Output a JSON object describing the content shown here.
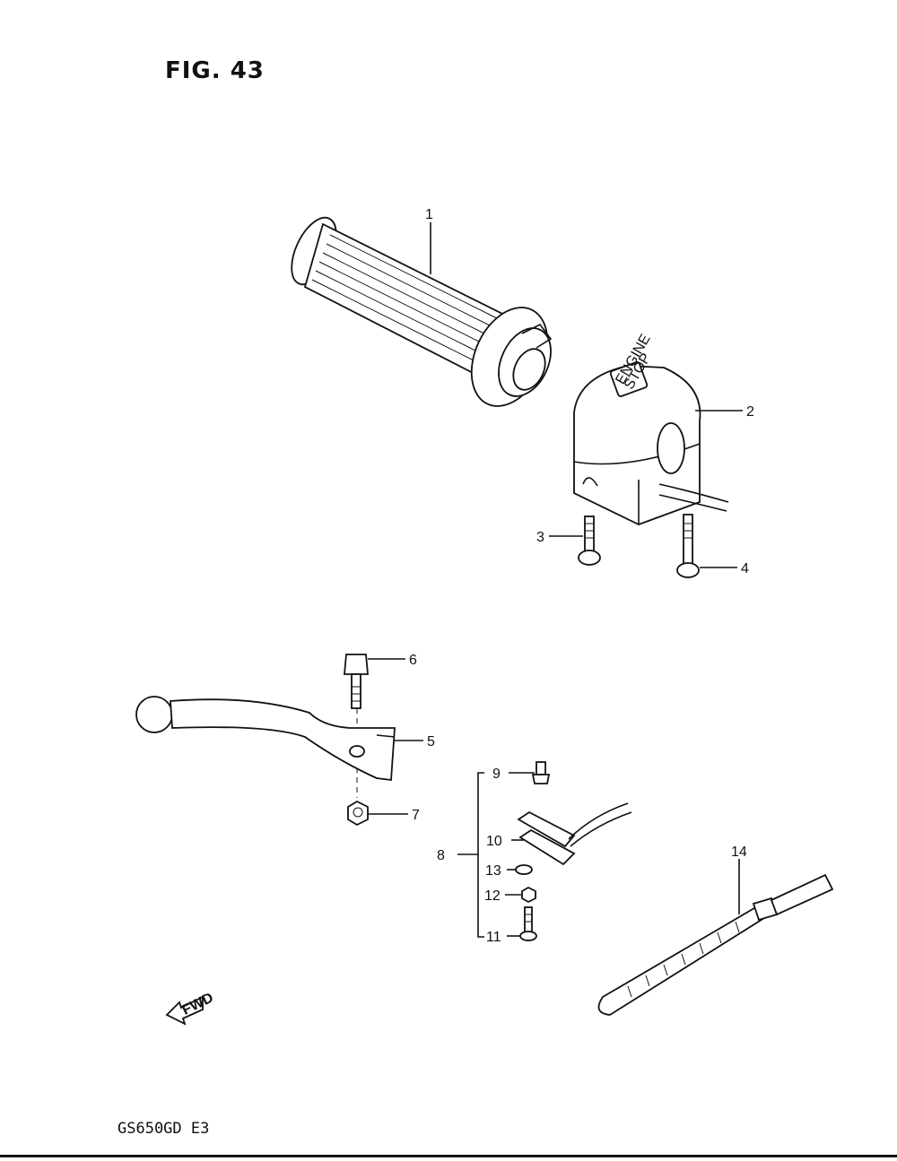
{
  "figure": {
    "title": "FIG. 43",
    "model_code": "GS650GD E3",
    "fwd_label": "FWD"
  },
  "callouts": [
    {
      "id": "1",
      "label": "1"
    },
    {
      "id": "2",
      "label": "2"
    },
    {
      "id": "3",
      "label": "3"
    },
    {
      "id": "4",
      "label": "4"
    },
    {
      "id": "5",
      "label": "5"
    },
    {
      "id": "6",
      "label": "6"
    },
    {
      "id": "7",
      "label": "7"
    },
    {
      "id": "8",
      "label": "8"
    },
    {
      "id": "9",
      "label": "9"
    },
    {
      "id": "10",
      "label": "10"
    },
    {
      "id": "11",
      "label": "11"
    },
    {
      "id": "12",
      "label": "12"
    },
    {
      "id": "13",
      "label": "13"
    },
    {
      "id": "14",
      "label": "14"
    }
  ],
  "switch_decal": {
    "line1": "ENGINE",
    "line2": "STOP"
  }
}
